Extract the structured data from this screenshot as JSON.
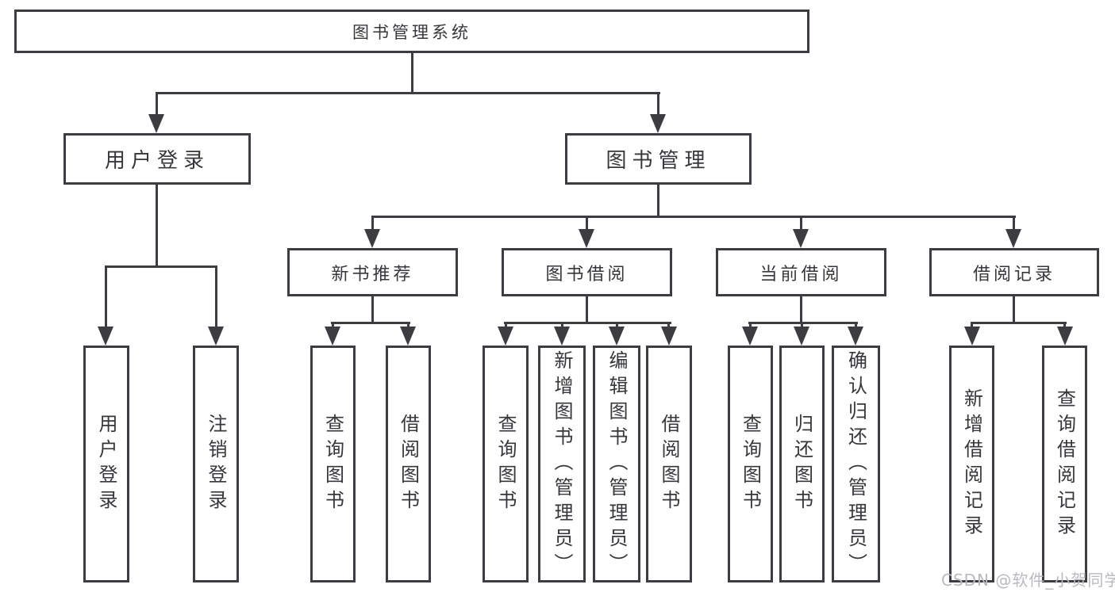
{
  "root": {
    "label": "图书管理系统"
  },
  "level2": {
    "user": {
      "label": "用户登录"
    },
    "book": {
      "label": "图书管理"
    }
  },
  "level3": {
    "new_book": {
      "label": "新书推荐"
    },
    "borrow": {
      "label": "图书借阅"
    },
    "current": {
      "label": "当前借阅"
    },
    "record": {
      "label": "借阅记录"
    }
  },
  "leaves": {
    "user_login": {
      "label": "用户登录"
    },
    "logout": {
      "label": "注销登录"
    },
    "nb_query": {
      "label": "查询图书"
    },
    "nb_borrow": {
      "label": "借阅图书"
    },
    "bb_query": {
      "label": "查询图书"
    },
    "bb_add": {
      "label": "新增图书（管理员）"
    },
    "bb_edit": {
      "label": "编辑图书（管理员）"
    },
    "bb_borrow": {
      "label": "借阅图书"
    },
    "cb_query": {
      "label": "查询图书"
    },
    "cb_return": {
      "label": "归还图书"
    },
    "cb_confirm": {
      "label": "确认归还（管理员）"
    },
    "br_add": {
      "label": "新增借阅记录"
    },
    "br_query": {
      "label": "查询借阅记录"
    }
  },
  "watermark": {
    "text": "CSDN @软件_小贺同学"
  },
  "colors": {
    "line": "#3d3d41",
    "text": "#37373b",
    "watermark": "#b9b9c0",
    "background": "#ffffff"
  }
}
